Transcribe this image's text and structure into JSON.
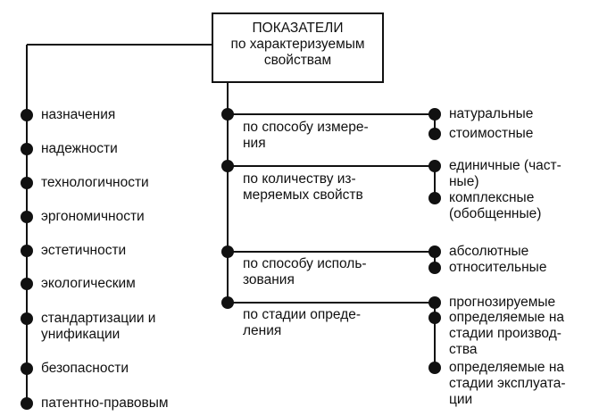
{
  "root": {
    "lines": [
      "ПОКАЗАТЕЛИ",
      "по характеризуемым",
      "свойствам"
    ]
  },
  "left_properties": [
    {
      "lines": [
        "назначения"
      ]
    },
    {
      "lines": [
        "надежности"
      ]
    },
    {
      "lines": [
        "технологичности"
      ]
    },
    {
      "lines": [
        "эргономичности"
      ]
    },
    {
      "lines": [
        "эстетичности"
      ]
    },
    {
      "lines": [
        "экологическим"
      ]
    },
    {
      "lines": [
        "стандартизации и",
        "унификации"
      ]
    },
    {
      "lines": [
        "безопасности"
      ]
    },
    {
      "lines": [
        "патентно-правовым"
      ]
    }
  ],
  "classifications": [
    {
      "criterion": [
        "по способу измере-",
        "ния"
      ],
      "values": [
        {
          "lines": [
            "натуральные"
          ]
        },
        {
          "lines": [
            "стоимостные"
          ]
        }
      ]
    },
    {
      "criterion": [
        "по количеству из-",
        "меряемых свойств"
      ],
      "values": [
        {
          "lines": [
            "единичные (част-",
            "ные)"
          ]
        },
        {
          "lines": [
            "комплексные",
            "(обобщенные)"
          ]
        }
      ]
    },
    {
      "criterion": [
        "по способу исполь-",
        "зования"
      ],
      "values": [
        {
          "lines": [
            "абсолютные"
          ]
        },
        {
          "lines": [
            "относительные"
          ]
        }
      ]
    },
    {
      "criterion": [
        "по стадии опреде-",
        "ления"
      ],
      "values": [
        {
          "lines": [
            "прогнозируемые"
          ]
        },
        {
          "lines": [
            "определяемые на",
            "стадии производ-",
            "ства"
          ]
        },
        {
          "lines": [
            "определяемые на",
            "стадии эксплуата-",
            "ции"
          ]
        }
      ]
    }
  ]
}
